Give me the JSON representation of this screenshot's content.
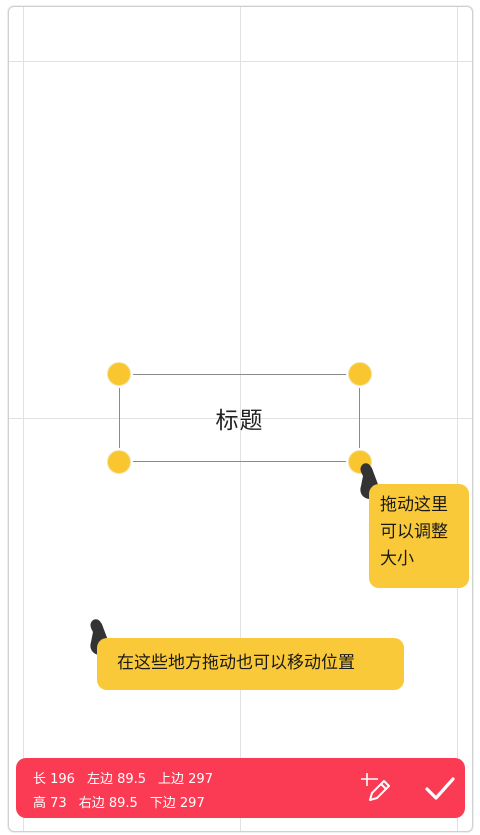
{
  "element": {
    "title": "标题"
  },
  "tips": {
    "resize": [
      "拖动这里",
      "可以调整",
      "大小"
    ],
    "move": "在这些地方拖动也可以移动位置"
  },
  "toolbar": {
    "row1": {
      "length": "长 196",
      "left_margin": "左边 89.5",
      "top_margin": "上边 297"
    },
    "row2": {
      "height": "高 73",
      "right_margin": "右边 89.5",
      "bottom_margin": "下边 297"
    }
  },
  "icons": {
    "edit": "pencil-edit-icon",
    "confirm": "checkmark-icon",
    "pointer": "pointing-finger-icon"
  },
  "colors": {
    "handle": "#f9c62f",
    "tip_background": "#f9c93a",
    "toolbar": "#fb3b54"
  }
}
